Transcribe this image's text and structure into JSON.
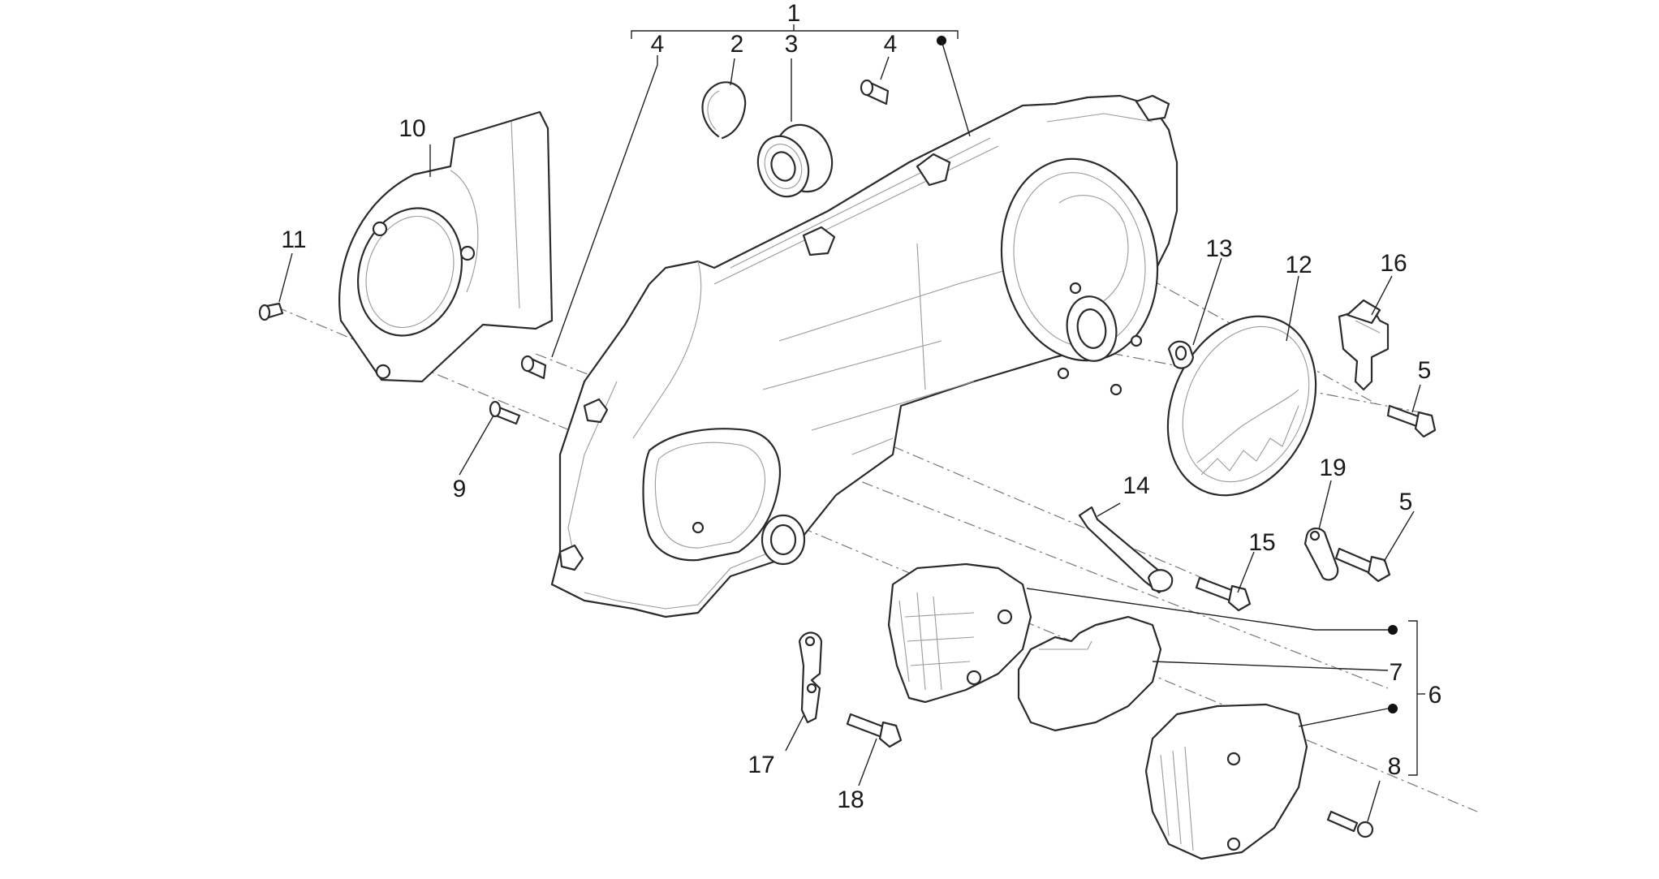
{
  "diagram": {
    "type": "exploded-parts-diagram",
    "callouts": [
      "1",
      "2",
      "3",
      "4",
      "4",
      "5",
      "5",
      "6",
      "7",
      "8",
      "9",
      "10",
      "11",
      "12",
      "13",
      "14",
      "15",
      "16",
      "17",
      "18",
      "19"
    ],
    "colors": {
      "line": "#2b2b2b",
      "detail": "#9a9a9a",
      "background": "#ffffff"
    }
  },
  "parts": {
    "p1": "1",
    "p2": "2",
    "p3": "3",
    "p4a": "4",
    "p4b": "4",
    "p5a": "5",
    "p5b": "5",
    "p6": "6",
    "p7": "7",
    "p8": "8",
    "p9": "9",
    "p10": "10",
    "p11": "11",
    "p12": "12",
    "p13": "13",
    "p14": "14",
    "p15": "15",
    "p16": "16",
    "p17": "17",
    "p18": "18",
    "p19": "19"
  }
}
